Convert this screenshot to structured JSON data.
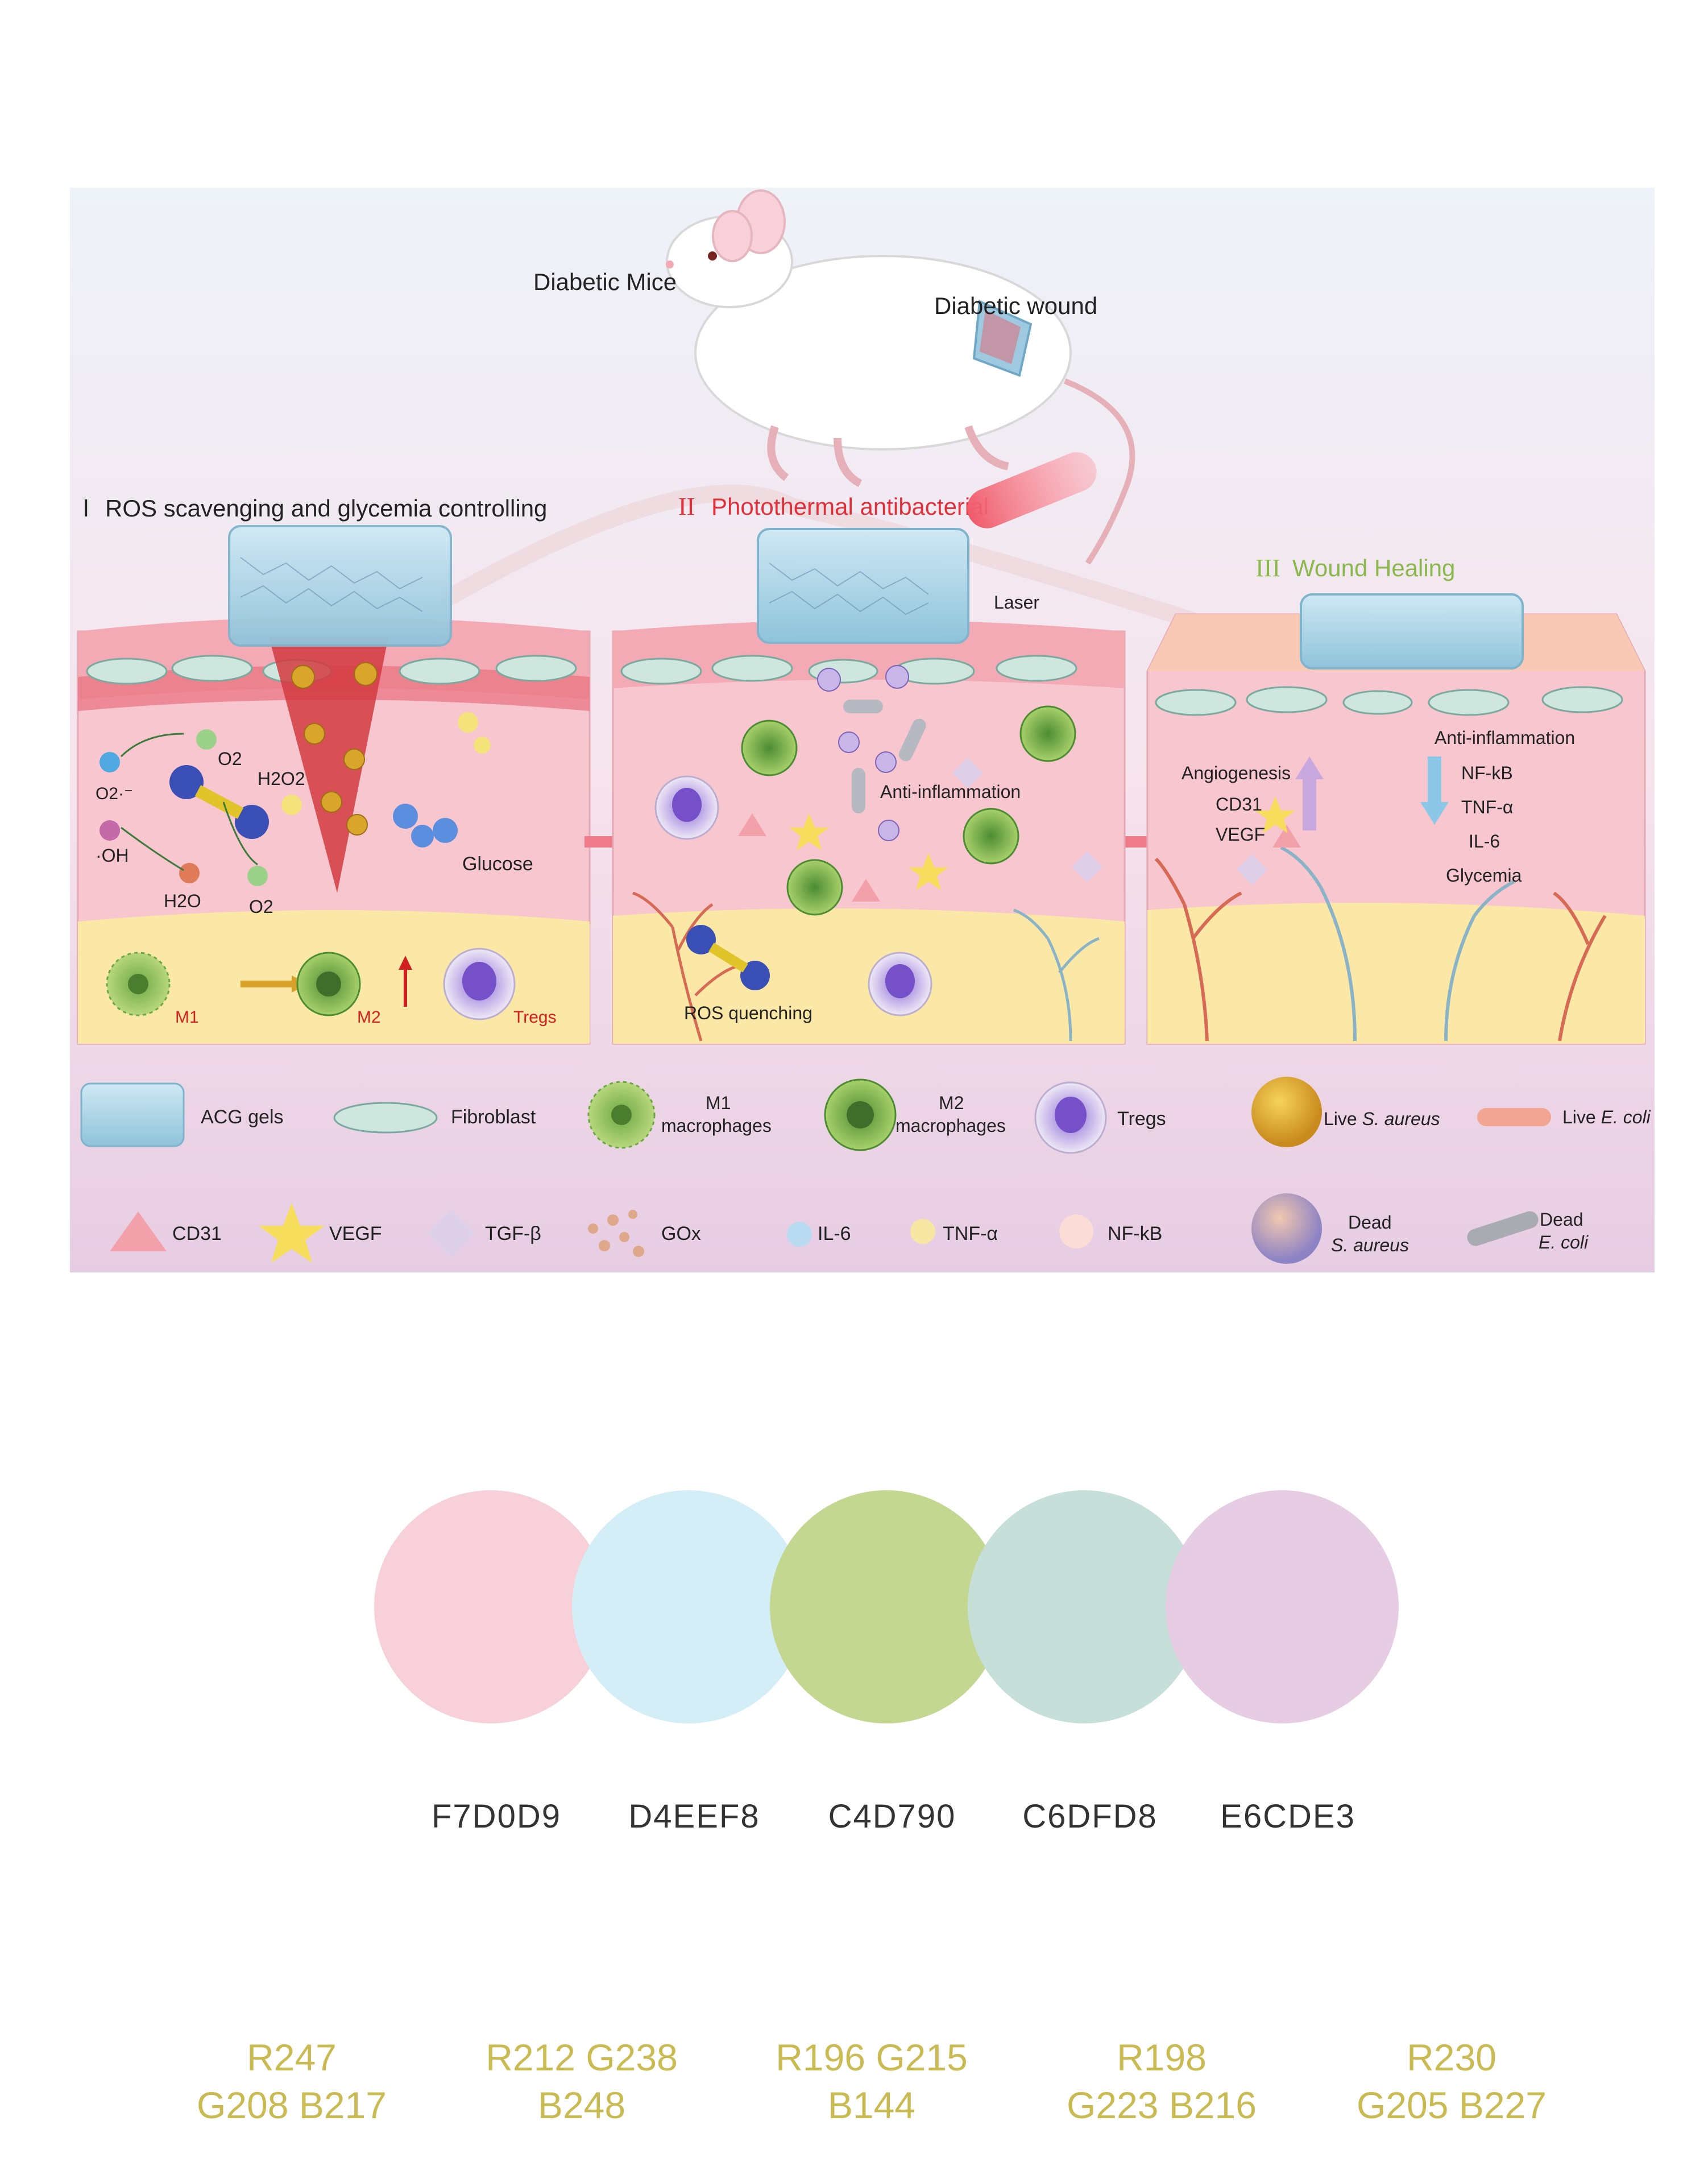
{
  "figure": {
    "top": {
      "mice_label": "Diabetic Mice",
      "wound_label": "Diabetic wound"
    },
    "panel1": {
      "title_numeral": "I",
      "title": "ROS scavenging and glycemia controlling",
      "labels": {
        "o2_top": "O2",
        "h2o2": "H2O2",
        "o2_radical": "O2·⁻",
        "oh": "·OH",
        "h2o": "H2O",
        "o2_bottom": "O2",
        "glucose": "Glucose",
        "m1": "M1",
        "m2": "M2",
        "tregs": "Tregs"
      }
    },
    "panel2": {
      "title_numeral": "II",
      "title": "Photothermal antibacterial",
      "laser": "Laser",
      "anti_inflammation": "Anti-inflammation",
      "ros_quenching": "ROS quenching"
    },
    "panel3": {
      "title_numeral": "III",
      "title": "Wound Healing",
      "angiogenesis": "Angiogenesis",
      "cd31": "CD31",
      "vegf": "VEGF",
      "anti_inflammation": "Anti-inflammation",
      "nfkb": "NF-kB",
      "tnfa": "TNF-α",
      "il6": "IL-6",
      "glycemia": "Glycemia"
    },
    "legend_row1": {
      "acg": "ACG gels",
      "fibroblast": "Fibroblast",
      "m1_line1": "M1",
      "m1_line2": "macrophages",
      "m2_line1": "M2",
      "m2_line2": "macrophages",
      "tregs": "Tregs",
      "live_sa_prefix": "Live ",
      "live_sa_species": "S. aureus",
      "live_ec_prefix": "Live ",
      "live_ec_species": "E. coli"
    },
    "legend_row2": {
      "cd31": "CD31",
      "vegf": "VEGF",
      "tgfb": "TGF-β",
      "gox": "GOx",
      "il6": "IL-6",
      "tnfa": "TNF-α",
      "nfkb": "NF-kB",
      "dead_sa_line1": "Dead",
      "dead_sa_line2": "S. aureus",
      "dead_ec_line1": "Dead",
      "dead_ec_line2": "E. coli"
    }
  },
  "palette": {
    "colors": [
      {
        "hex": "F7D0D9",
        "rgb_line1": "R247",
        "rgb_line2": "G208 B217",
        "color": "#F7D0D9"
      },
      {
        "hex": "D4EEF8",
        "rgb_line1": "R212 G238",
        "rgb_line2": "B248",
        "color": "#D4EEF8"
      },
      {
        "hex": "C4D790",
        "rgb_line1": "R196 G215",
        "rgb_line2": "B144",
        "color": "#C4D790"
      },
      {
        "hex": "C6DFD8",
        "rgb_line1": "R198",
        "rgb_line2": "G223 B216",
        "color": "#C6DFD8"
      },
      {
        "hex": "E6CDE3",
        "rgb_line1": "R230",
        "rgb_line2": "G205 B227",
        "color": "#E6CDE3"
      }
    ]
  },
  "colors": {
    "skin_pink": "#f7c6cf",
    "fat_yellow": "#fbe8a6",
    "dermis_red": "#e9717f",
    "panel2_title": "#e0303a",
    "panel3_title": "#8bb84a",
    "m_label_red": "#d61f1f",
    "hex_text": "#333333",
    "rgb_text": "#c9ba52"
  }
}
